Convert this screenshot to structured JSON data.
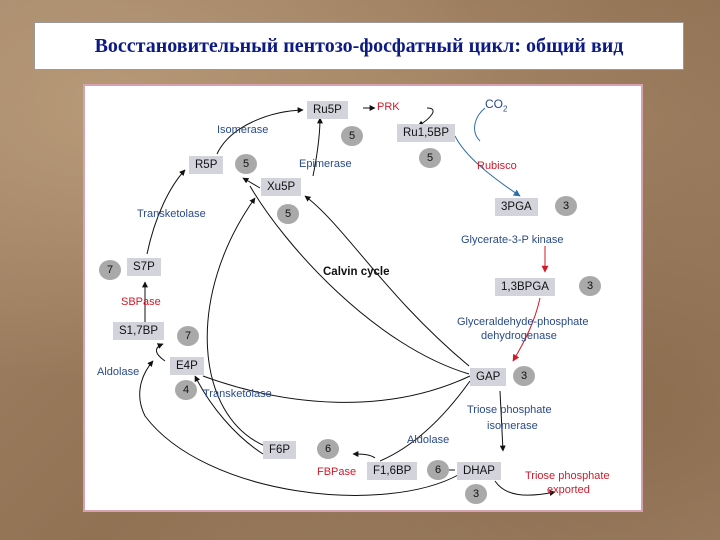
{
  "title": "Восстановительный пентозо-фосфатный цикл: общий вид",
  "diagram": {
    "center_label": "Calvin cycle",
    "nodes": {
      "ru5p": "Ru5P",
      "ru15bp": "Ru1,5BP",
      "r5p": "R5P",
      "xu5p": "Xu5P",
      "pga3": "3PGA",
      "s7p": "S7P",
      "bpga13": "1,3BPGA",
      "s17bp": "S1,7BP",
      "e4p": "E4P",
      "gap": "GAP",
      "f6p": "F6P",
      "f16bp": "F1,6BP",
      "dhap": "DHAP"
    },
    "badges": {
      "ru5p": "5",
      "ru15bp": "5",
      "r5p": "5",
      "xu5p": "5",
      "pga3": "3",
      "s7p": "7",
      "bpga13": "3",
      "s17bp": "7",
      "e4p": "4",
      "gap": "3",
      "f6p": "6",
      "f16bp": "6",
      "dhap": "3"
    },
    "enzymes": {
      "prk": "PRK",
      "co2": "CO",
      "co2_sub": "2",
      "isomerase": "Isomerase",
      "epimerase": "Epimerase",
      "rubisco": "Rubisco",
      "transketolase_top": "Transketolase",
      "pgk": "Glycerate-3-P kinase",
      "sbpase": "SBPase",
      "gapdh_line1": "Glyceraldehyde-phosphate",
      "gapdh_line2": "dehydrogenase",
      "aldolase_left": "Aldolase",
      "transketolase_bottom": "Transketolase",
      "tpi_line1": "Triose phosphate",
      "tpi_line2": "isomerase",
      "aldolase_bottom": "Aldolase",
      "fbpase": "FBPase",
      "export_line1": "Triose phosphate",
      "export_line2": "exported"
    },
    "colors": {
      "title": "#0c1a86",
      "node_fill": "#d3d3dc",
      "badge_fill": "#a9a9a9",
      "enzyme_blue": "#2a4a8a",
      "enzyme_red": "#d01a2a",
      "arrow_blue": "#2f6ea6",
      "arrow_red": "#d01a2a",
      "panel_border": "#d9a0b0"
    }
  }
}
